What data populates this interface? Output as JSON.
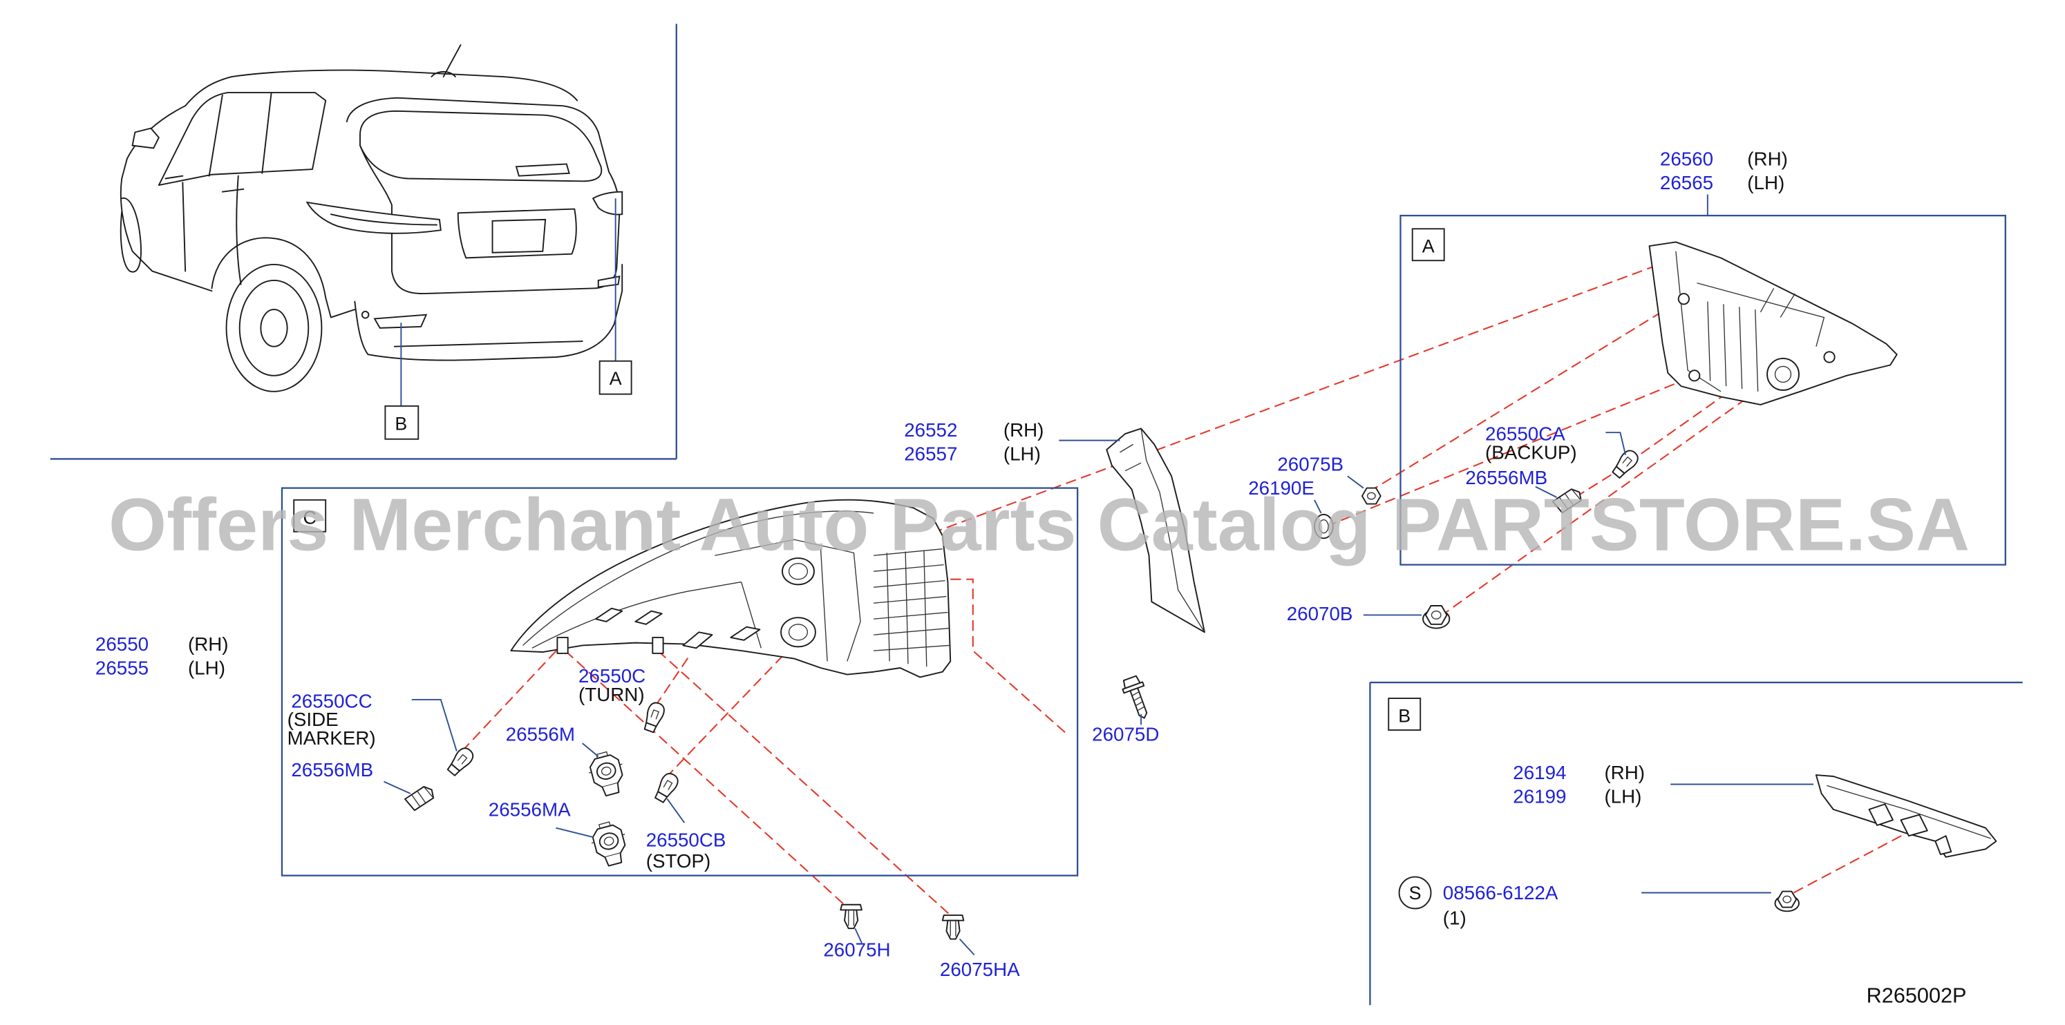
{
  "colors": {
    "part_number": "#1f22d6",
    "text": "#111111",
    "frame": "#2d4f95",
    "dashed_guide": "#e43a2c",
    "watermark": "#b5b5b5"
  },
  "watermark": "Offers Merchant Auto Parts Catalog PARTSTORE.SA",
  "diagram_code": "R265002P",
  "overview": {
    "callout_a": "A",
    "callout_b": "B"
  },
  "rear_combination_lamp": {
    "rh": {
      "number": "26550",
      "side": "(RH)"
    },
    "lh": {
      "number": "26555",
      "side": "(LH)"
    }
  },
  "view_c": {
    "label": "C",
    "side_marker_bulb": {
      "number": "26550CC",
      "note_line1": "(SIDE",
      "note_line2": "MARKER)"
    },
    "side_marker_socket": {
      "number": "26556MB"
    },
    "turn_socket": {
      "number": "26556M"
    },
    "turn_bulb": {
      "number": "26550C",
      "note": "(TURN)"
    },
    "stop_socket": {
      "number": "26556MA"
    },
    "stop_bulb": {
      "number": "26550CB",
      "note": "(STOP)"
    }
  },
  "finisher": {
    "rh": {
      "number": "26552",
      "side": "(RH)"
    },
    "lh": {
      "number": "26557",
      "side": "(LH)"
    }
  },
  "fasteners": {
    "screw_d": "26075D",
    "clip_h": "26075H",
    "clip_ha": "26075HA",
    "nut_b": "26075B",
    "grommet_e": "26190E",
    "nut_70b": "26070B"
  },
  "view_a": {
    "label": "A",
    "rh": {
      "number": "26560",
      "side": "(RH)"
    },
    "lh": {
      "number": "26565",
      "side": "(LH)"
    },
    "backup_bulb": {
      "number": "26550CA",
      "note": "(BACKUP)"
    },
    "backup_socket": {
      "number": "26556MB"
    }
  },
  "view_b": {
    "label": "B",
    "rh": {
      "number": "26194",
      "side": "(RH)"
    },
    "lh": {
      "number": "26199",
      "side": "(LH)"
    },
    "screw": {
      "symbol": "S",
      "number": "08566-6122A",
      "quantity": "(1)"
    }
  }
}
